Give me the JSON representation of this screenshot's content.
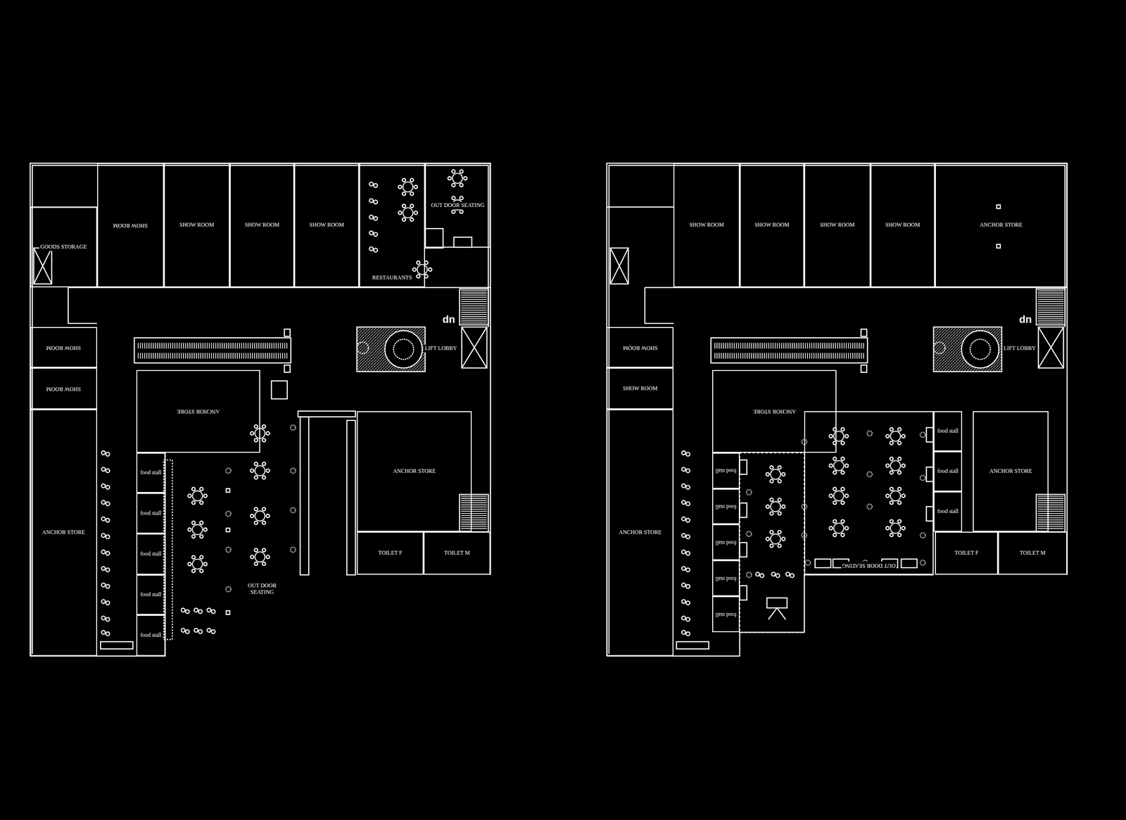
{
  "diagram": {
    "nodes": [
      {
        "text": [
          "GOODS STORAGE"
        ]
      },
      {
        "text": [
          "SHOW ROOM"
        ]
      },
      {
        "text": [
          "SHOW ROOM"
        ]
      },
      {
        "text": [
          "SHOW ROOM"
        ]
      },
      {
        "text": [
          "SHOW ROOM"
        ]
      },
      {
        "text": [
          "RESTAURANTS"
        ]
      },
      {
        "text": [
          "OUT DOOR SEATING"
        ]
      },
      {
        "text": [
          "SHOW ROOM"
        ]
      },
      {
        "text": [
          "SHOW ROOM"
        ]
      },
      {
        "text": [
          "ANCHOR STORE"
        ]
      },
      {
        "text": [
          "ANCHOR STORE"
        ]
      },
      {
        "text": [
          "ANCHOR STORE"
        ]
      },
      {
        "text": [
          "TOILET F"
        ]
      },
      {
        "text": [
          "TOILET M"
        ]
      },
      {
        "text": [
          "food stall"
        ]
      },
      {
        "text": [
          "food stall"
        ]
      },
      {
        "text": [
          "food stall"
        ]
      },
      {
        "text": [
          "food stall"
        ]
      },
      {
        "text": [
          "food stall"
        ]
      },
      {
        "text": [
          "SHOW ROOM"
        ]
      },
      {
        "text": [
          "SHOW ROOM"
        ]
      },
      {
        "text": [
          "SHOW ROOM"
        ]
      },
      {
        "text": [
          "SHOW ROOM"
        ]
      },
      {
        "text": [
          "ANCHOR STORE"
        ]
      },
      {
        "text": [
          "SHOW ROOM"
        ]
      },
      {
        "text": [
          "SHOW ROOM"
        ]
      },
      {
        "text": [
          "ANCHOR STORE"
        ]
      },
      {
        "text": [
          "ANCHOR STORE"
        ]
      },
      {
        "text": [
          "food stall"
        ]
      },
      {
        "text": [
          "food stall"
        ]
      },
      {
        "text": [
          "food stall"
        ]
      },
      {
        "text": [
          "food stall"
        ]
      },
      {
        "text": [
          "food stall"
        ]
      },
      {
        "text": [
          "OUT DOOR SEATING"
        ]
      },
      {
        "text": [
          "food stall"
        ]
      },
      {
        "text": [
          "food stall"
        ]
      },
      {
        "text": [
          "food stall"
        ]
      },
      {
        "text": [
          "ANCHOR STORE"
        ]
      },
      {
        "text": [
          "TOILET F"
        ]
      },
      {
        "text": [
          "TOILET M"
        ]
      }
    ],
    "labels": [
      "OUT DOOR SEATING",
      "LIFT LOBBY",
      "dn",
      "LIFT LOBBY",
      "dn"
    ]
  }
}
